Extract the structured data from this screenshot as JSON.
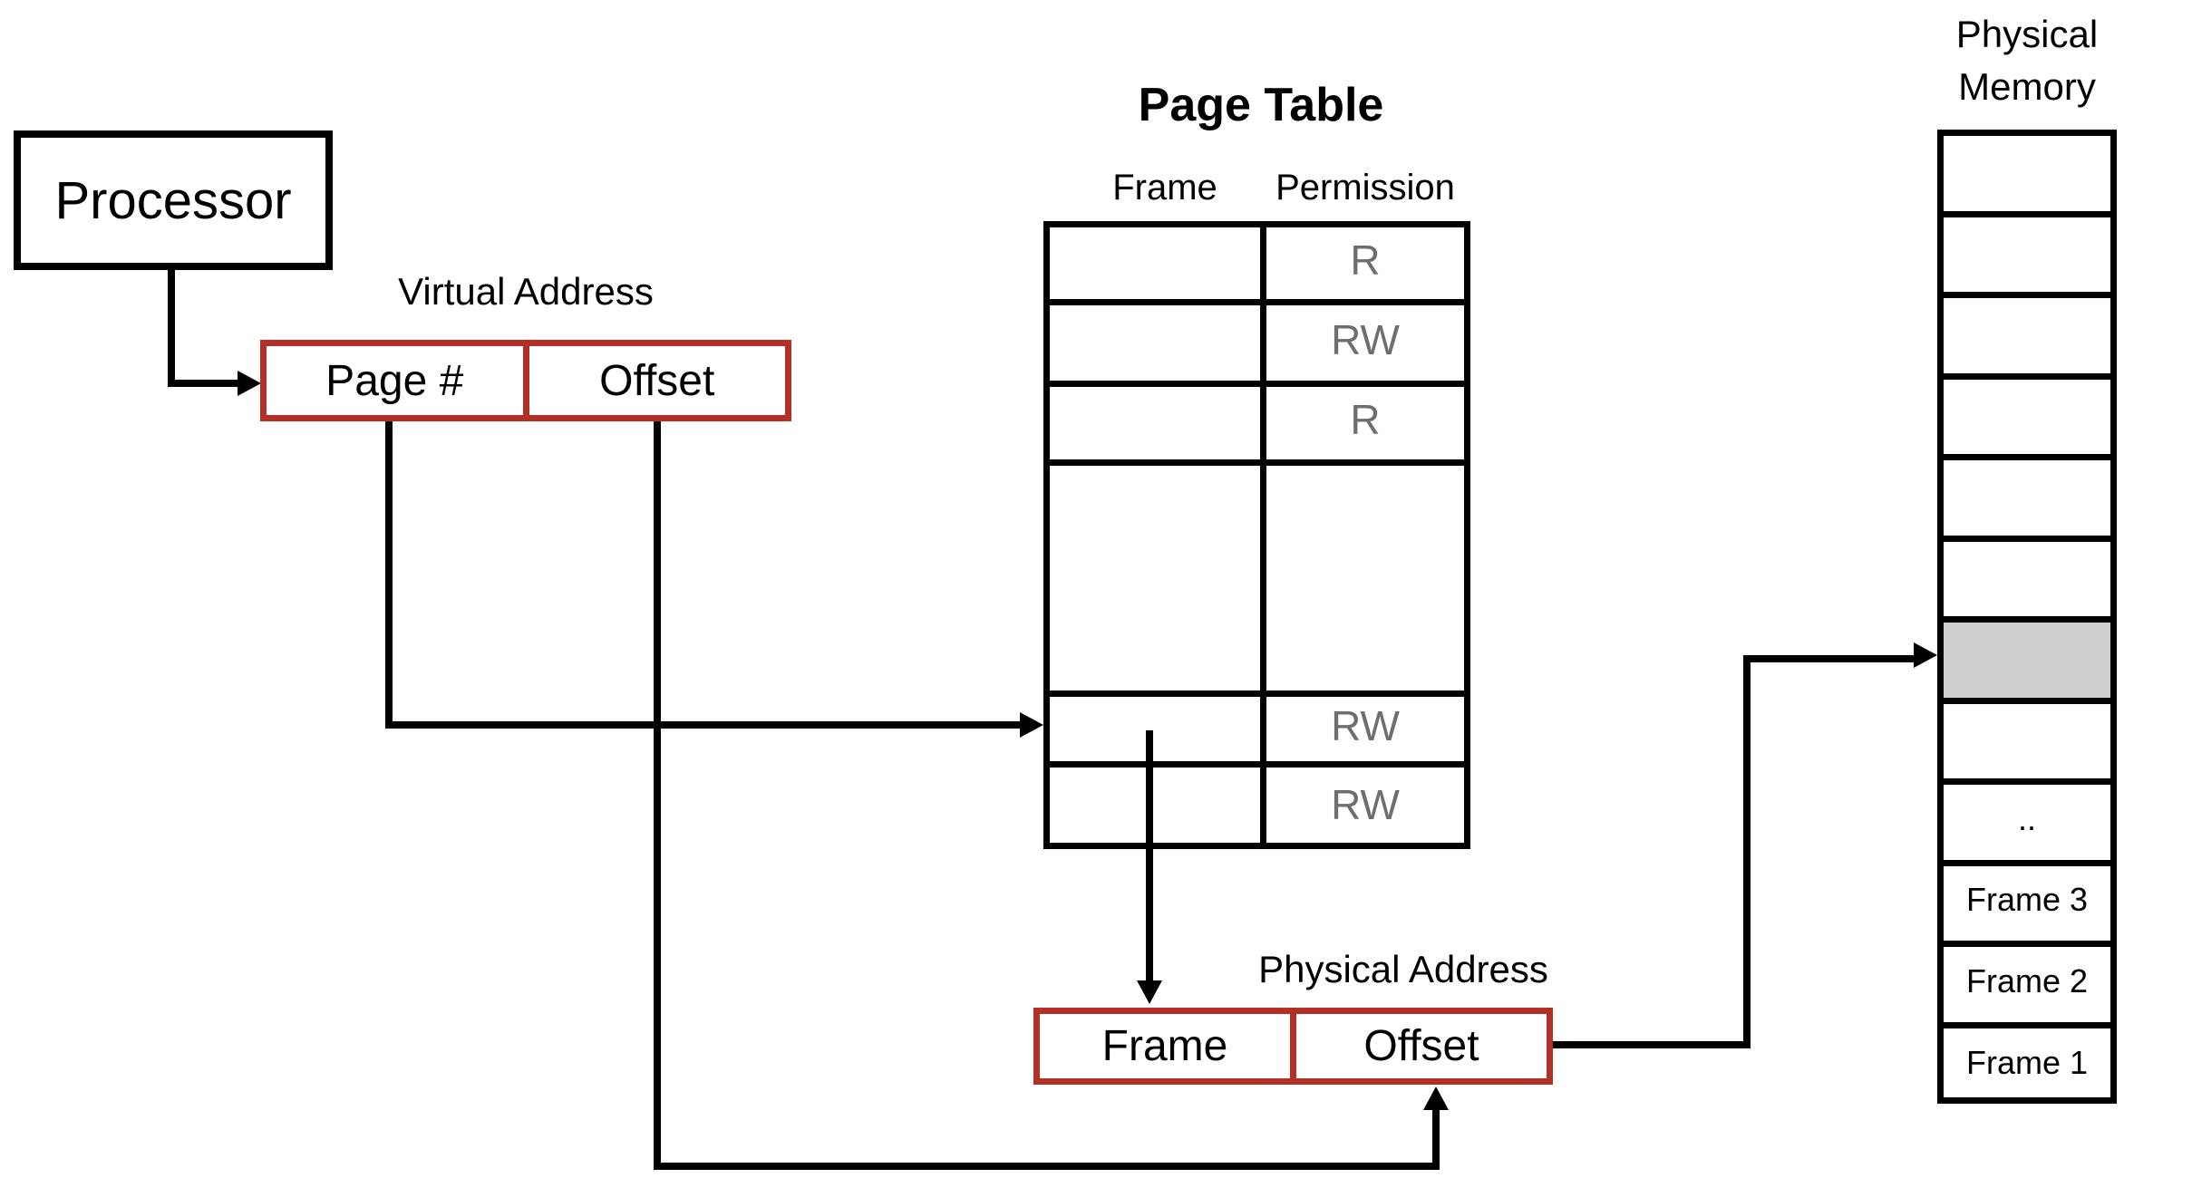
{
  "colors": {
    "red": "#b23026",
    "black": "#000000",
    "permission_gray": "#6e6e6e",
    "shade_gray": "#cecece"
  },
  "processor": {
    "label": "Processor"
  },
  "virtual_address": {
    "title": "Virtual Address",
    "fields": [
      {
        "label": "Page #"
      },
      {
        "label": "Offset"
      }
    ]
  },
  "page_table": {
    "title": "Page Table",
    "columns": [
      "Frame",
      "Permission"
    ],
    "rows": [
      {
        "frame": "",
        "permission": "R"
      },
      {
        "frame": "",
        "permission": "RW"
      },
      {
        "frame": "",
        "permission": "R"
      },
      {
        "frame": "",
        "permission": ""
      },
      {
        "frame": "",
        "permission": "RW"
      },
      {
        "frame": "",
        "permission": "RW"
      }
    ]
  },
  "physical_address": {
    "title": "Physical Address",
    "fields": [
      {
        "label": "Frame"
      },
      {
        "label": "Offset"
      }
    ]
  },
  "physical_memory": {
    "title_line1": "Physical",
    "title_line2": "Memory",
    "rows": [
      "",
      "",
      "",
      "",
      "",
      "",
      "",
      "",
      "..",
      "Frame 3",
      "Frame 2",
      "Frame 1"
    ],
    "shaded_row_index": 6
  }
}
